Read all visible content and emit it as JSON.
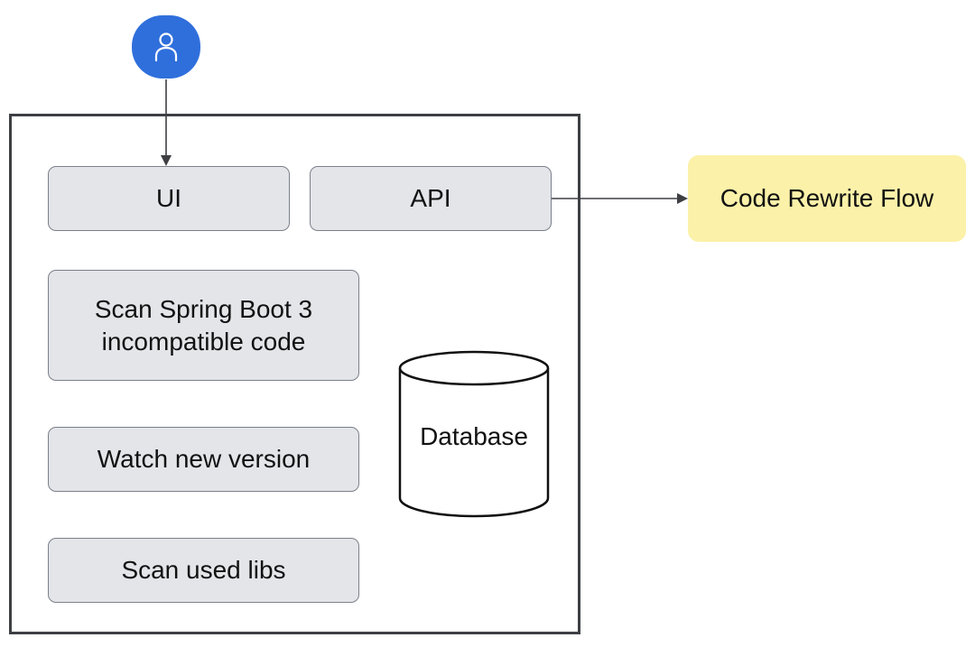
{
  "diagram": {
    "nodes": {
      "user": {
        "icon": "user-icon",
        "color": "#2f6fdc"
      },
      "ui": {
        "label": "UI"
      },
      "api": {
        "label": "API"
      },
      "scan_spring_boot": {
        "label": "Scan Spring Boot 3\nincompatible code"
      },
      "watch_new_version": {
        "label": "Watch new version"
      },
      "scan_used_libs": {
        "label": "Scan used libs"
      },
      "database": {
        "label": "Database",
        "shape": "cylinder"
      },
      "code_rewrite_flow": {
        "label": "Code Rewrite Flow",
        "color": "#fbf1a9"
      }
    },
    "edges": [
      {
        "from": "user",
        "to": "ui"
      },
      {
        "from": "api",
        "to": "code_rewrite_flow"
      }
    ],
    "colors": {
      "component_fill": "#e3e5e9",
      "component_border": "#7b8089",
      "boundary": "#3d3f43",
      "connector": "#3d3f43"
    }
  }
}
